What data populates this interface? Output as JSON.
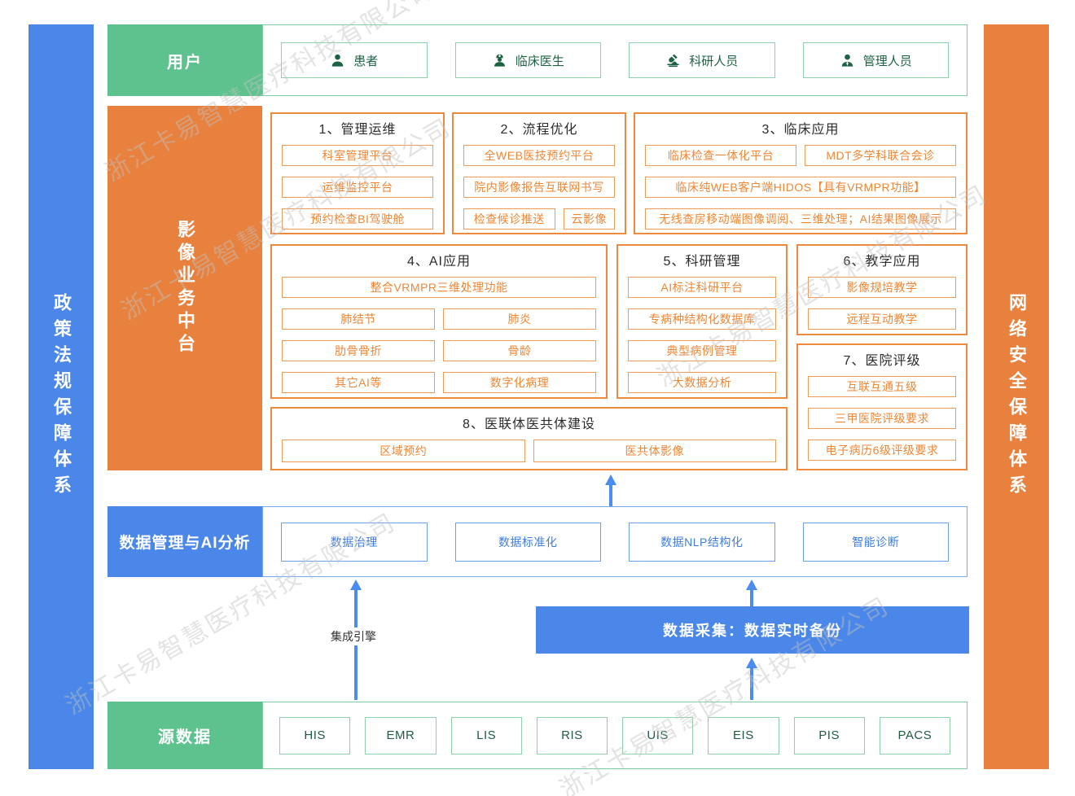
{
  "watermark": "浙江卡易智慧医疗科技有限公司",
  "side_bars": {
    "left": "政策法规保障体系",
    "right": "网络安全保障体系"
  },
  "users_row": {
    "label": "用户",
    "items": [
      {
        "icon": "patient-icon",
        "label": "患者"
      },
      {
        "icon": "doctor-icon",
        "label": "临床医生"
      },
      {
        "icon": "microscope-icon",
        "label": "科研人员"
      },
      {
        "icon": "admin-icon",
        "label": "管理人员"
      }
    ]
  },
  "platform": {
    "label": "影像业务中台",
    "sections": {
      "s1": {
        "title": "1、管理运维",
        "items": [
          "科室管理平台",
          "运维监控平台",
          "预约检查BI驾驶舱"
        ]
      },
      "s2": {
        "title": "2、流程优化",
        "items": [
          "全WEB医技预约平台",
          "院内影像报告互联网书写",
          "检查候诊推送",
          "云影像"
        ]
      },
      "s3": {
        "title": "3、临床应用",
        "items": [
          "临床检查一体化平台",
          "MDT多学科联合会诊",
          "临床纯WEB客户端HIDOS【具有VRMPR功能】",
          "无线查房移动端图像调阅、三维处理；AI结果图像展示"
        ]
      },
      "s4": {
        "title": "4、AI应用",
        "items": [
          "整合VRMPR三维处理功能",
          "肺结节",
          "肺炎",
          "肋骨骨折",
          "骨龄",
          "其它AI等",
          "数字化病理"
        ]
      },
      "s5": {
        "title": "5、科研管理",
        "items": [
          "AI标注科研平台",
          "专病种结构化数据库",
          "典型病例管理",
          "大数据分析"
        ]
      },
      "s6": {
        "title": "6、教学应用",
        "items": [
          "影像规培教学",
          "远程互动教学"
        ]
      },
      "s7": {
        "title": "7、医院评级",
        "items": [
          "互联互通五级",
          "三甲医院评级要求",
          "电子病历6级评级要求"
        ]
      },
      "s8": {
        "title": "8、医联体医共体建设",
        "items": [
          "区域预约",
          "医共体影像"
        ]
      }
    }
  },
  "data_mgmt_row": {
    "label": "数据管理与AI分析",
    "items": [
      "数据治理",
      "数据标准化",
      "数据NLP结构化",
      "智能诊断"
    ]
  },
  "integration_engine_label": "集成引擎",
  "data_collection_banner": "数据采集：数据实时备份",
  "source_row": {
    "label": "源数据",
    "items": [
      "HIS",
      "EMR",
      "LIS",
      "RIS",
      "UIS",
      "EIS",
      "PIS",
      "PACS"
    ]
  },
  "colors": {
    "green": "#5ec28e",
    "blue": "#4a87e8",
    "orange": "#e8813d",
    "arrow_blue": "#4a8cf0"
  }
}
